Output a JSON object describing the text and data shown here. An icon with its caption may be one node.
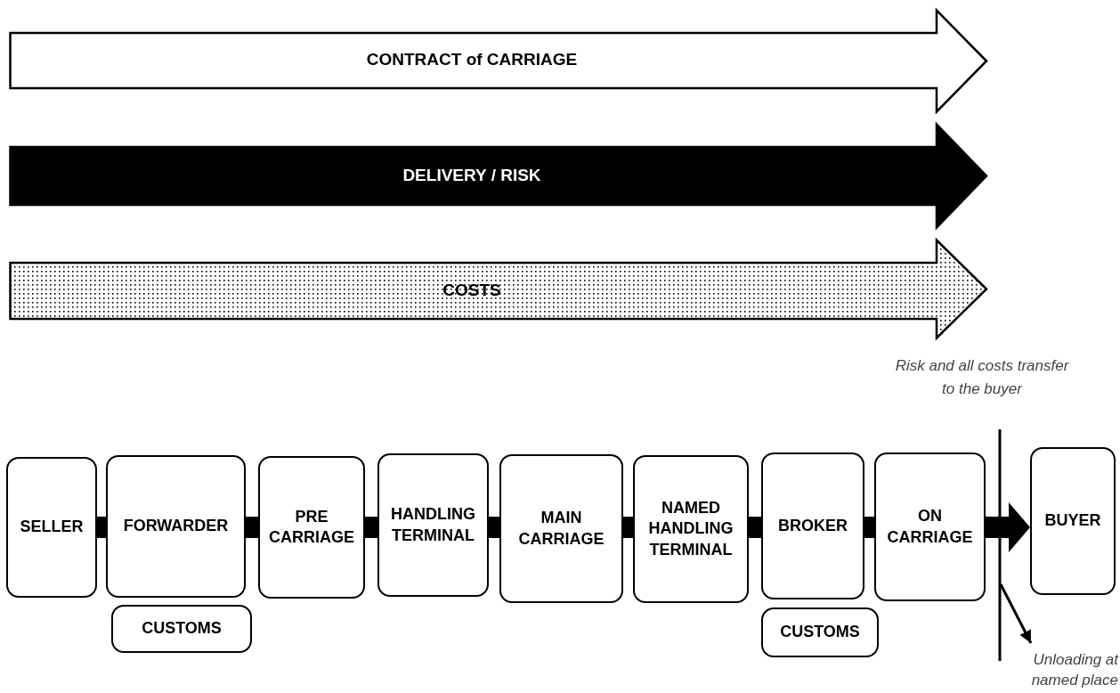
{
  "diagram": {
    "nodes": [
      {
        "text": [
          "CONTRACT of CARRIAGE"
        ]
      },
      {
        "text": [
          "DELIVERY / RISK"
        ]
      },
      {
        "text": [
          "COSTS"
        ]
      },
      {
        "text": [
          "SELLER"
        ]
      },
      {
        "text": [
          "FORWARDER"
        ]
      },
      {
        "text": [
          "CUSTOMS"
        ]
      },
      {
        "text": [
          "PRE CARRIAGE"
        ]
      },
      {
        "text": [
          "HANDLING TERMINAL"
        ]
      },
      {
        "text": [
          "MAIN CARRIAGE"
        ]
      },
      {
        "text": [
          "NAMED HANDLING TERMINAL"
        ]
      },
      {
        "text": [
          "BROKER"
        ]
      },
      {
        "text": [
          "CUSTOMS"
        ]
      },
      {
        "text": [
          "ON CARRIAGE"
        ]
      },
      {
        "text": [
          "BUYER"
        ]
      },
      {
        "text": [
          "Unloading at named place"
        ]
      }
    ],
    "edges": [
      {
        "from": 3,
        "to": 4,
        "arrow": "none"
      },
      {
        "from": 4,
        "to": 6,
        "arrow": "none"
      },
      {
        "from": 6,
        "to": 7,
        "arrow": "none"
      },
      {
        "from": 7,
        "to": 8,
        "arrow": "none"
      },
      {
        "from": 8,
        "to": 9,
        "arrow": "none"
      },
      {
        "from": 9,
        "to": 10,
        "arrow": "none"
      },
      {
        "from": 10,
        "to": 12,
        "arrow": "none"
      },
      {
        "from": 12,
        "to": 13,
        "arrow": "to"
      },
      {
        "from": null,
        "to": 14,
        "arrow": "to"
      }
    ],
    "labels": [
      "Risk and all costs transfer to the buyer"
    ]
  }
}
